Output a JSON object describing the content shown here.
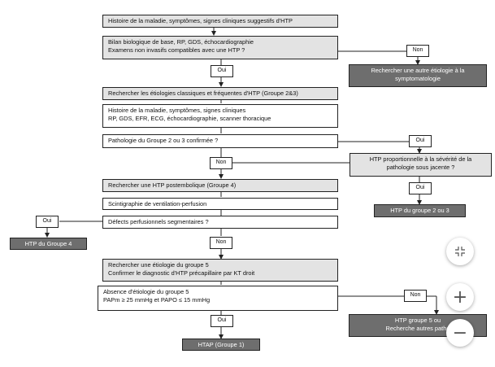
{
  "nodes": {
    "n1": [
      "Histoire de la maladie, symptômes, signes cliniques suggestifs d'HTP"
    ],
    "n2": [
      "Bilan biologique de base, RP, GDS, échocardiographie",
      "Examens non invasifs compatibles avec une HTP ?"
    ],
    "n3": [
      "Rechercher une autre étiologie à la",
      "symptomatologie"
    ],
    "n4": [
      "Rechercher les étiologies classiques et fréquentes d'HTP (Groupe 2&3)"
    ],
    "n5": [
      "Histoire de la maladie, symptômes, signes cliniques",
      "RP, GDS, EFR, ECG, échocardiographie, scanner thoracique"
    ],
    "n6": [
      "Pathologie du Groupe 2 ou 3 confirmée ?"
    ],
    "n7": [
      "HTP proportionnelle à la sévérité de la",
      "pathologie sous jacente ?"
    ],
    "n8": [
      "Rechercher une HTP postembolique (Groupe 4)"
    ],
    "n9": [
      "Scintigraphie de ventilation-perfusion"
    ],
    "n10": [
      "Défects perfusionnels segmentaires ?"
    ],
    "n11": [
      "HTP du groupe 2 ou 3"
    ],
    "n12": [
      "HTP du Groupe 4"
    ],
    "n13": [
      "Rechercher une étiologie du groupe 5",
      "Confirmer le diagnostic d'HTP précapillaire par KT droit"
    ],
    "n14": [
      "Absence d'étiologie du groupe 5",
      "PAPm ≥ 25 mmHg et PAPO ≤ 15 mmHg"
    ],
    "n15": [
      "HTP groupe 5 ou",
      "Recherche autres patho"
    ],
    "n16": [
      "HTAP (Groupe 1)"
    ]
  },
  "edge_labels": {
    "oui": "Oui",
    "non": "Non"
  },
  "controls": {
    "fit": "fit-to-screen-icon",
    "zoom_in": "+",
    "zoom_out": "−"
  }
}
